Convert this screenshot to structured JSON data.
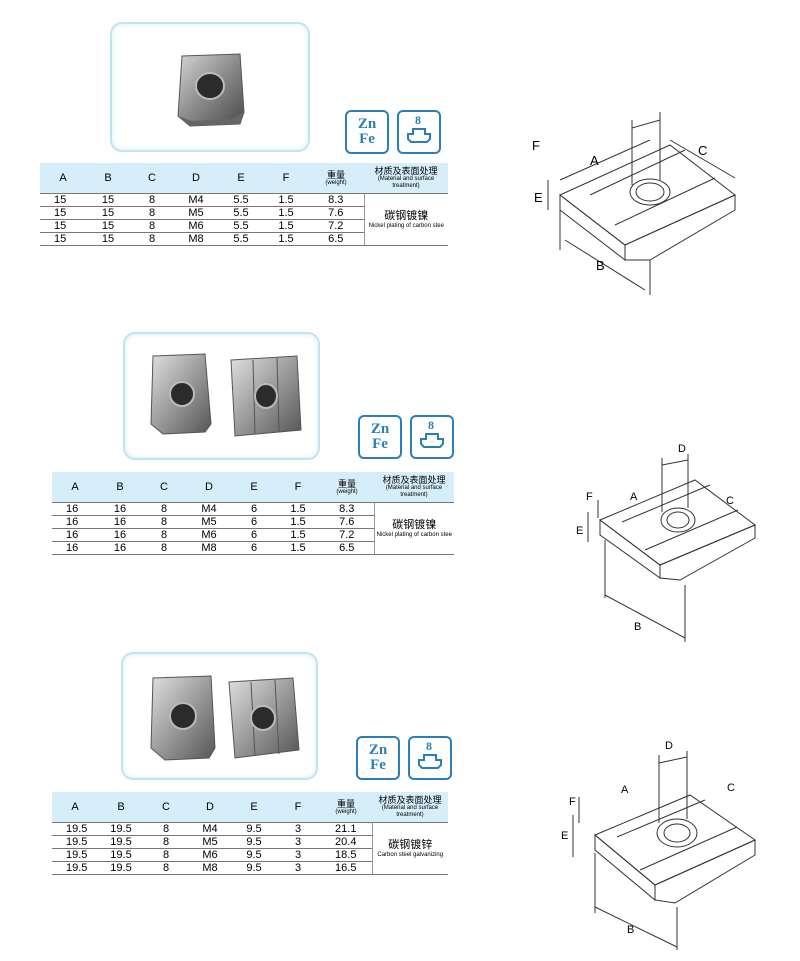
{
  "columns": [
    "A",
    "B",
    "C",
    "D",
    "E",
    "F"
  ],
  "weight_header": {
    "cn": "重量",
    "en": "(weight)"
  },
  "material_header": {
    "cn": "材质及表面处理",
    "en": "(Material and surface treatment)"
  },
  "badges": {
    "zn": "Zn",
    "fe": "Fe",
    "slot_number": "8"
  },
  "dim_labels": {
    "a": "A",
    "b": "B",
    "c": "C",
    "d": "D",
    "e": "E",
    "f": "F"
  },
  "sections": [
    {
      "rows": [
        [
          "15",
          "15",
          "8",
          "M4",
          "5.5",
          "1.5",
          "8.3"
        ],
        [
          "15",
          "15",
          "8",
          "M5",
          "5.5",
          "1.5",
          "7.6"
        ],
        [
          "15",
          "15",
          "8",
          "M6",
          "5.5",
          "1.5",
          "7.2"
        ],
        [
          "15",
          "15",
          "8",
          "M8",
          "5.5",
          "1.5",
          "6.5"
        ]
      ],
      "treatment_cn": "碳钢镀镍",
      "treatment_en": "Nickel plating of carbon stee"
    },
    {
      "rows": [
        [
          "16",
          "16",
          "8",
          "M4",
          "6",
          "1.5",
          "8.3"
        ],
        [
          "16",
          "16",
          "8",
          "M5",
          "6",
          "1.5",
          "7.6"
        ],
        [
          "16",
          "16",
          "8",
          "M6",
          "6",
          "1.5",
          "7.2"
        ],
        [
          "16",
          "16",
          "8",
          "M8",
          "6",
          "1.5",
          "6.5"
        ]
      ],
      "treatment_cn": "碳钢镀镍",
      "treatment_en": "Nickel plating of carbon stee"
    },
    {
      "rows": [
        [
          "19.5",
          "19.5",
          "8",
          "M4",
          "9.5",
          "3",
          "21.1"
        ],
        [
          "19.5",
          "19.5",
          "8",
          "M5",
          "9.5",
          "3",
          "20.4"
        ],
        [
          "19.5",
          "19.5",
          "8",
          "M6",
          "9.5",
          "3",
          "18.5"
        ],
        [
          "19.5",
          "19.5",
          "8",
          "M8",
          "9.5",
          "3",
          "16.5"
        ]
      ],
      "treatment_cn": "碳钢镀锌",
      "treatment_en": "Carbon steel galvanizing"
    }
  ],
  "colors": {
    "accent": "#2a7fb8",
    "header_bg": "#d6eef9",
    "frame": "#bfe3f3"
  }
}
